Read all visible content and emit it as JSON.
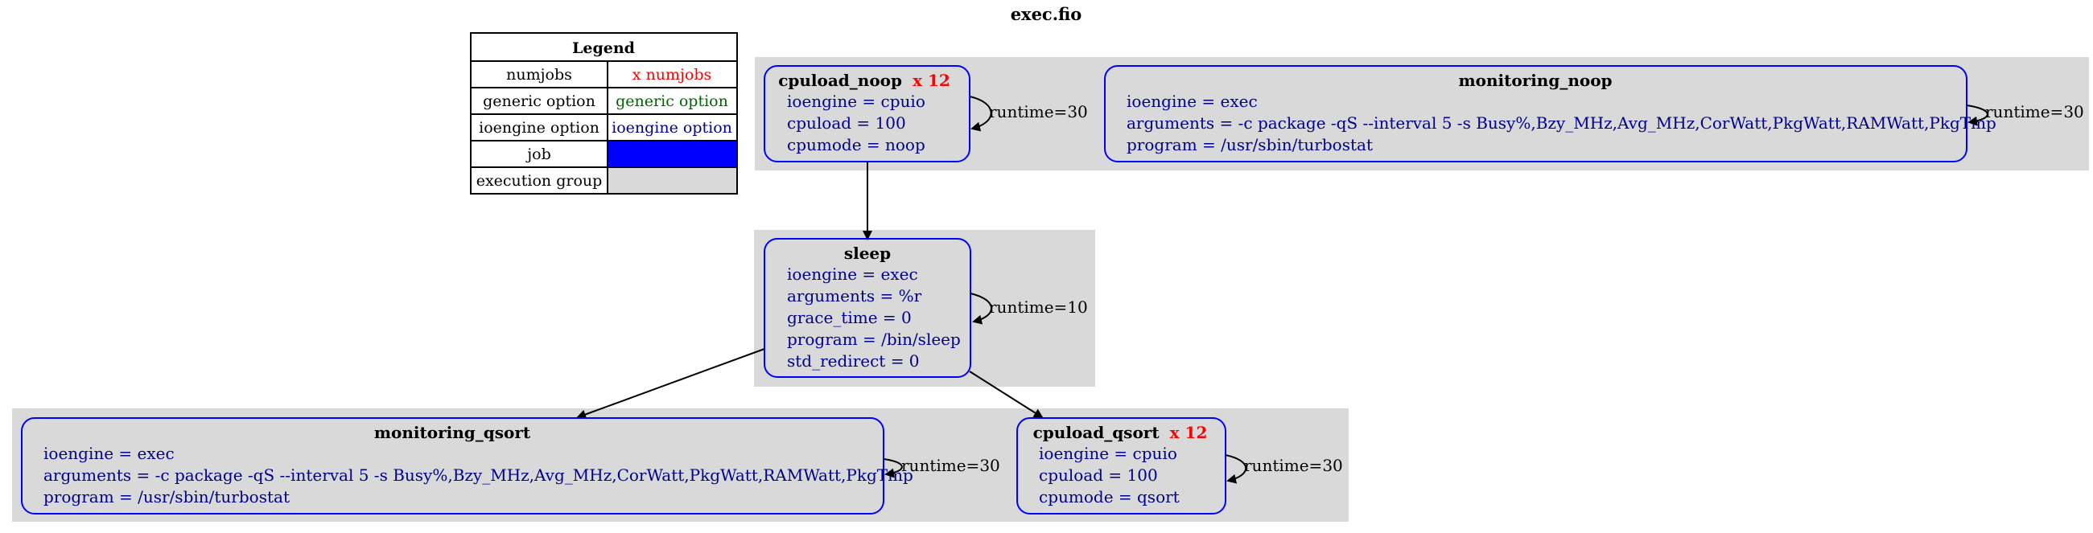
{
  "title": "exec.fio",
  "legend": {
    "title": "Legend",
    "rows": [
      {
        "key": "numjobs",
        "value": "x numjobs",
        "color": "#ff0000"
      },
      {
        "key": "generic option",
        "value": "generic option",
        "color": "#006400"
      },
      {
        "key": "ioengine option",
        "value": "ioengine option",
        "color": "#00008b"
      },
      {
        "key": "job",
        "value": "",
        "color": "#0000ff"
      },
      {
        "key": "execution group",
        "value": "",
        "color": "#d9d9d9"
      }
    ]
  },
  "jobs": {
    "cpuload_noop": {
      "name": "cpuload_noop",
      "numjobs": "x 12",
      "options": [
        "ioengine = cpuio",
        "cpuload = 100",
        "cpumode = noop"
      ],
      "loop_label": "runtime=30"
    },
    "monitoring_noop": {
      "name": "monitoring_noop",
      "numjobs": "",
      "options": [
        "ioengine = exec",
        "arguments = -c package -qS --interval 5 -s Busy%,Bzy_MHz,Avg_MHz,CorWatt,PkgWatt,RAMWatt,PkgTmp",
        "program = /usr/sbin/turbostat"
      ],
      "loop_label": "runtime=30"
    },
    "sleep": {
      "name": "sleep",
      "numjobs": "",
      "options": [
        "ioengine = exec",
        "arguments = %r",
        "grace_time = 0",
        "program = /bin/sleep",
        "std_redirect = 0"
      ],
      "loop_label": "runtime=10"
    },
    "monitoring_qsort": {
      "name": "monitoring_qsort",
      "numjobs": "",
      "options": [
        "ioengine = exec",
        "arguments = -c package -qS --interval 5 -s Busy%,Bzy_MHz,Avg_MHz,CorWatt,PkgWatt,RAMWatt,PkgTmp",
        "program = /usr/sbin/turbostat"
      ],
      "loop_label": "runtime=30"
    },
    "cpuload_qsort": {
      "name": "cpuload_qsort",
      "numjobs": "x 12",
      "options": [
        "ioengine = cpuio",
        "cpuload = 100",
        "cpumode = qsort"
      ],
      "loop_label": "runtime=30"
    }
  },
  "edges": [
    {
      "from": "cpuload_noop",
      "to": "sleep"
    },
    {
      "from": "sleep",
      "to": "monitoring_qsort"
    },
    {
      "from": "sleep",
      "to": "cpuload_qsort"
    }
  ]
}
